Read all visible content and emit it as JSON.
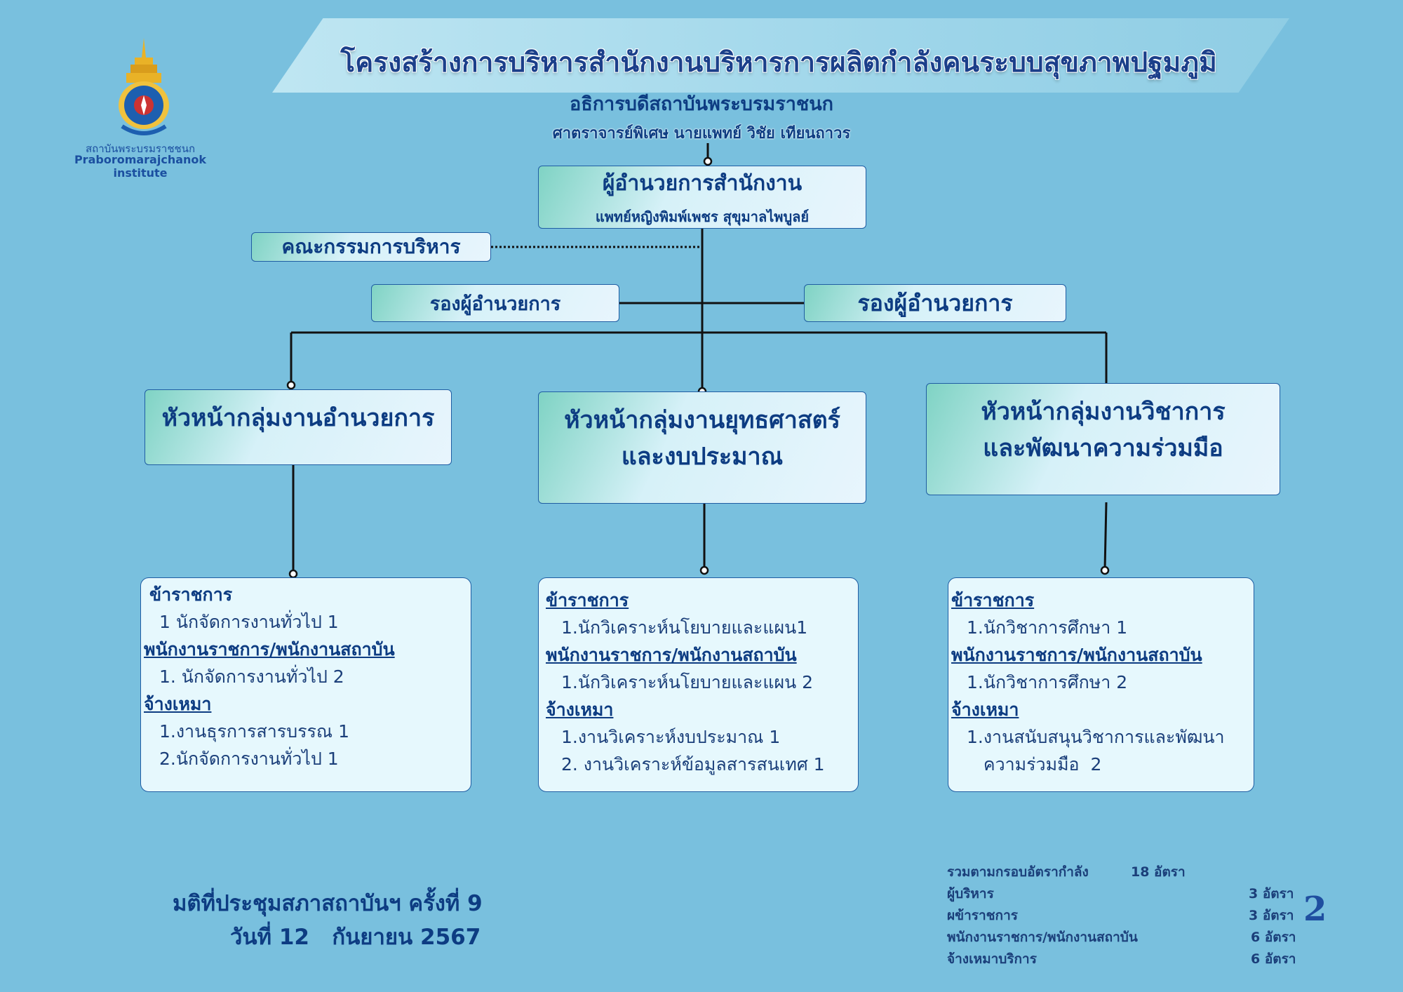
{
  "header": {
    "title": "โครงสร้างการบริหารสำนักงานบริหารการผลิตกำลังคนระบบสุขภาพปฐมภูมิ",
    "subtitle": "อธิการบดีสถาบันพระบรมราชนก",
    "subtitle_name": "ศาตราจารย์พิเศษ นายแพทย์ วิชัย เทียนถาวร"
  },
  "institute": {
    "name_th": "สถาบันพระบรมราชชนก",
    "name_en": "Praboromarajchanok institute"
  },
  "director": {
    "title": "ผู้อำนวยการสำนักงาน",
    "name": "แพทย์หญิงพิมพ์เพชร  สุขุมาลไพบูลย์"
  },
  "committee": "คณะกรรมการบริหาร",
  "deputies": [
    "รองผู้อำนวยการ",
    "รองผู้อำนวยการ"
  ],
  "groups": [
    {
      "title_lines": [
        "หัวหน้ากลุ่มงานอำนวยการ"
      ],
      "staff": [
        {
          "heading": "ข้าราชการ",
          "items": [
            "1 นักจัดการงานทั่วไป 1"
          ]
        },
        {
          "heading": "พนักงานราชการ/พนักงานสถาบัน",
          "items": [
            "1. นักจัดการงานทั่วไป 2"
          ]
        },
        {
          "heading": "จ้างเหมา",
          "items": [
            "1.งานธุรการสารบรรณ 1",
            "2.นักจัดการงานทั่วไป 1"
          ]
        }
      ]
    },
    {
      "title_lines": [
        "หัวหน้ากลุ่มงานยุทธศาสตร์",
        "และงบประมาณ"
      ],
      "staff": [
        {
          "heading": "ข้าราชการ",
          "items": [
            "1.นักวิเคราะห์นโยบายและแผน1"
          ]
        },
        {
          "heading": "พนักงานราชการ/พนักงานสถาบัน",
          "items": [
            "1.นักวิเคราะห์นโยบายและแผน 2"
          ]
        },
        {
          "heading": "จ้างเหมา",
          "items": [
            "1.งานวิเคราะห์งบประมาณ 1",
            "2. งานวิเคราะห์ข้อมูลสารสนเทศ 1"
          ]
        }
      ]
    },
    {
      "title_lines": [
        "หัวหน้ากลุ่มงานวิชาการ",
        "และพัฒนาความร่วมมือ"
      ],
      "staff": [
        {
          "heading": "ข้าราชการ",
          "items": [
            "1.นักวิชาการศึกษา 1"
          ]
        },
        {
          "heading": "พนักงานราชการ/พนักงานสถาบัน",
          "items": [
            "1.นักวิชาการศึกษา 2"
          ]
        },
        {
          "heading": "จ้างเหมา",
          "items": [
            "1.งานสนับสนุนวิชาการและพัฒนา",
            "   ความร่วมมือ  2"
          ]
        }
      ]
    }
  ],
  "footer": {
    "resolution_line1": "มติที่ประชุมสภาสถาบันฯ ครั้งที่ 9",
    "resolution_line2": "วันที่ 12   กันยายน 2567"
  },
  "summary": {
    "total_label": "รวมตามกรอบอัตรากำลัง",
    "total_value": "18 อัตรา",
    "rows": [
      {
        "label": "ผู้บริหาร",
        "value": "3 อัตรา"
      },
      {
        "label": "ผข้าราชการ",
        "value": "3 อัตรา"
      },
      {
        "label": "พนักงานราชการ/พนักงานสถาบัน",
        "value": "6 อัตรา"
      },
      {
        "label": "จ้างเหมาบริการ",
        "value": "6 อัตรา"
      }
    ]
  },
  "page_number": "2",
  "colors": {
    "background": "#79c0de",
    "text": "#0d3c82",
    "connector": "#111111"
  }
}
